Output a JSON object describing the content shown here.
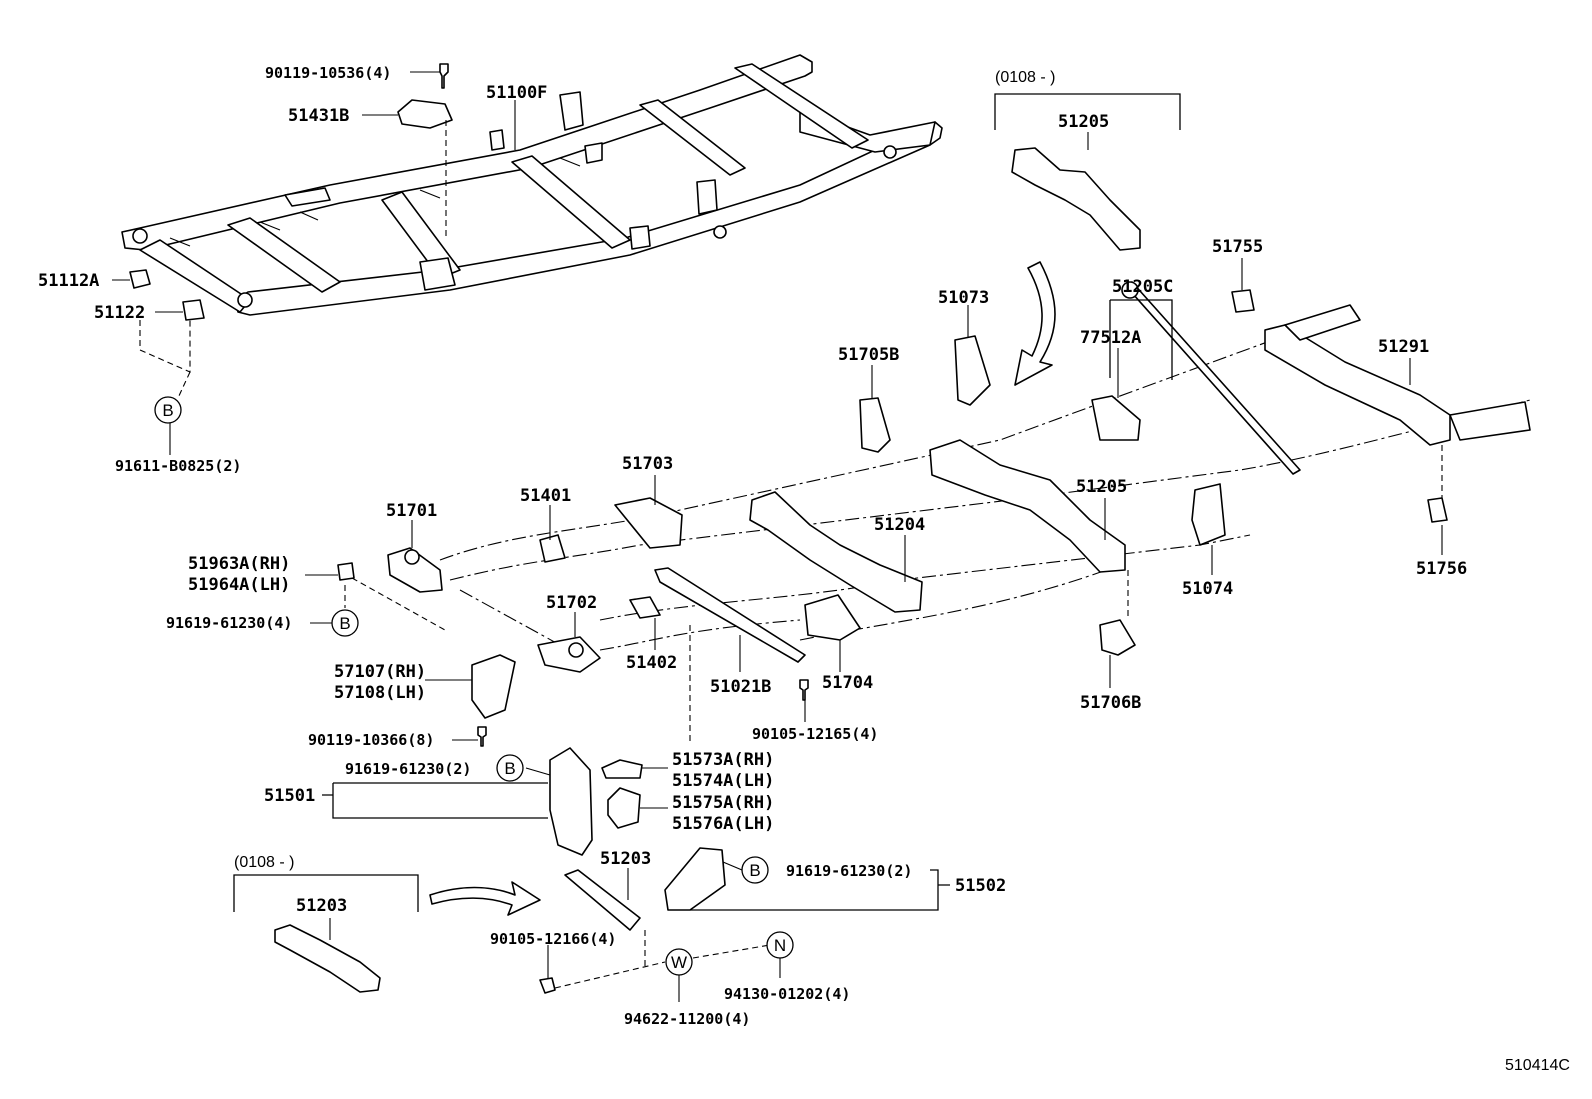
{
  "diagram_code": "510414C",
  "date_notes": {
    "top": "(0108 -        )",
    "bottom": "(0108 -        )"
  },
  "labels": {
    "p90119_10536": "90119-10536(4)",
    "p51431B": "51431B",
    "p51100F": "51100F",
    "p51112A": "51112A",
    "p51122": "51122",
    "p91611_B0825": "91611-B0825(2)",
    "p51205_top": "51205",
    "p51755": "51755",
    "p51205C": "51205C",
    "p51073": "51073",
    "p77512A": "77512A",
    "p51291": "51291",
    "p51705B": "51705B",
    "p51703": "51703",
    "p51401": "51401",
    "p51701": "51701",
    "p51205_mid": "51205",
    "p51204": "51204",
    "p51963A": "51963A(RH)",
    "p51964A": "51964A(LH)",
    "p91619_61230_a": "91619-61230(4)",
    "p51756": "51756",
    "p51074": "51074",
    "p51702": "51702",
    "p51402": "51402",
    "p51021B": "51021B",
    "p51704": "51704",
    "p51706B": "51706B",
    "p57107": "57107(RH)",
    "p57108": "57108(LH)",
    "p90105_12165": "90105-12165(4)",
    "p90119_10366": "90119-10366(8)",
    "p91619_61230_b": "91619-61230(2)",
    "p51573A": "51573A(RH)",
    "p51574A": "51574A(LH)",
    "p51501": "51501",
    "p51575A": "51575A(RH)",
    "p51576A": "51576A(LH)",
    "p51203_mid": "51203",
    "p91619_61230_c": "91619-61230(2)",
    "p51502": "51502",
    "p51203_bottom": "51203",
    "p90105_12166": "90105-12166(4)",
    "p94130_01202": "94130-01202(4)",
    "p94622_11200": "94622-11200(4)"
  },
  "circled_refs": {
    "b": "B",
    "w": "W",
    "n": "N"
  }
}
